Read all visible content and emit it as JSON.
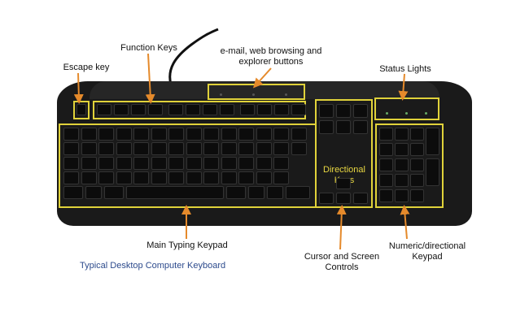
{
  "labels": {
    "function_keys": "Function Keys",
    "escape_key": "Escape key",
    "email_buttons_line1": "e-mail, web browsing and",
    "email_buttons_line2": "explorer buttons",
    "status_lights": "Status Lights",
    "main_typing": "Main Typing Keypad",
    "cursor_line1": "Cursor and Screen",
    "cursor_line2": "Controls",
    "numeric_line1": "Numeric/directional",
    "numeric_line2": "Keypad",
    "directional_line1": "Directional",
    "directional_line2": "Keys"
  },
  "caption": "Typical Desktop Computer Keyboard",
  "colors": {
    "highlight": "#e0d23a",
    "arrow": "#e58a2b",
    "caption": "#2c4a8c",
    "keyboard": "#1a1a1a"
  }
}
